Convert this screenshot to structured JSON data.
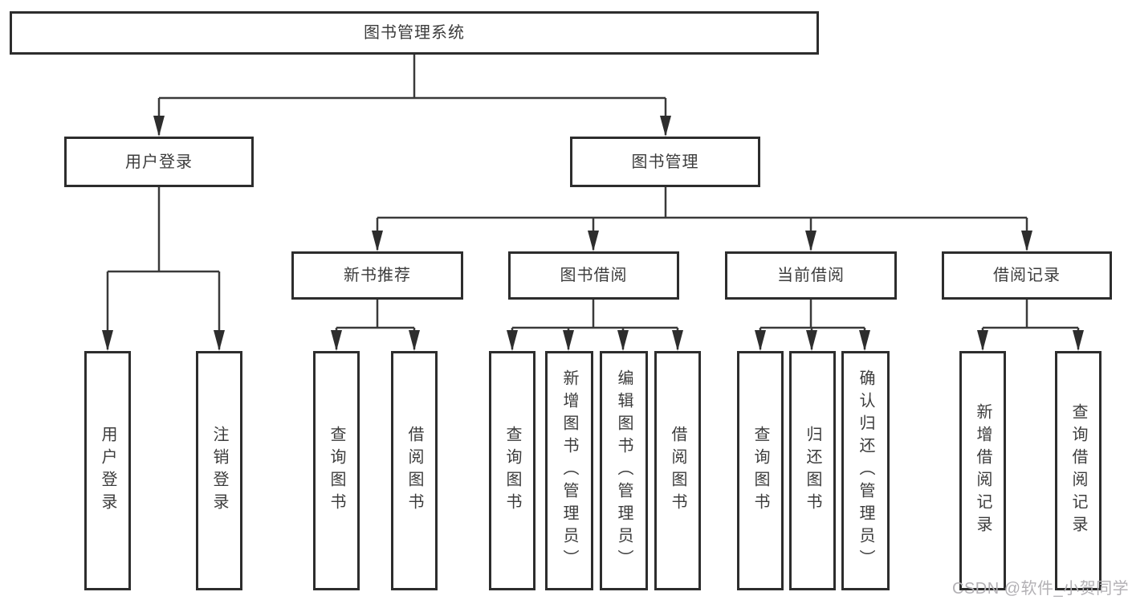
{
  "diagram": {
    "title": "图书管理系统",
    "type": "hierarchy-tree"
  },
  "nodes": {
    "root": "图书管理系统",
    "user_login_branch": "用户登录",
    "book_mgmt_branch": "图书管理",
    "new_book_rec": "新书推荐",
    "book_borrow": "图书借阅",
    "current_borrow": "当前借阅",
    "borrow_records": "借阅记录",
    "leaf_user_login": "用户登录",
    "leaf_logout": "注销登录",
    "leaf_rec_query_books": "查询图书",
    "leaf_rec_borrow_books": "借阅图书",
    "leaf_bb_query_books": "查询图书",
    "leaf_bb_add_books_admin": "新增图书（管理员）",
    "leaf_bb_edit_books_admin": "编辑图书（管理员）",
    "leaf_bb_borrow_books": "借阅图书",
    "leaf_cb_query_books": "查询图书",
    "leaf_cb_return_books": "归还图书",
    "leaf_cb_confirm_return_admin": "确认归还（管理员）",
    "leaf_br_add_record": "新增借阅记录",
    "leaf_br_query_record": "查询借阅记录"
  },
  "hierarchy": {
    "图书管理系统": {
      "用户登录": [
        "用户登录",
        "注销登录"
      ],
      "图书管理": {
        "新书推荐": [
          "查询图书",
          "借阅图书"
        ],
        "图书借阅": [
          "查询图书",
          "新增图书（管理员）",
          "编辑图书（管理员）",
          "借阅图书"
        ],
        "当前借阅": [
          "查询图书",
          "归还图书",
          "确认归还（管理员）"
        ],
        "借阅记录": [
          "新增借阅记录",
          "查询借阅记录"
        ]
      }
    }
  },
  "watermark": "CSDN @软件_小贺同学",
  "colors": {
    "background": "#ffffff",
    "box_border": "#2d2d2d",
    "connector_line": "#3a3a3a",
    "text": "#3c3c3c",
    "watermark_text": "#b3b1b5"
  }
}
